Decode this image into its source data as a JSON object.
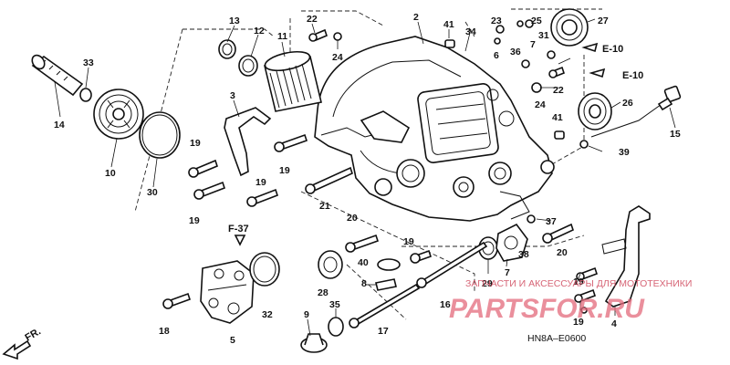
{
  "callouts": [
    {
      "id": "c13",
      "text": "13"
    },
    {
      "id": "c12",
      "text": "12"
    },
    {
      "id": "c11",
      "text": "11"
    },
    {
      "id": "c22a",
      "text": "22"
    },
    {
      "id": "c24a",
      "text": "24"
    },
    {
      "id": "c2",
      "text": "2"
    },
    {
      "id": "c41a",
      "text": "41"
    },
    {
      "id": "c34",
      "text": "34"
    },
    {
      "id": "c23",
      "text": "23"
    },
    {
      "id": "c25",
      "text": "25"
    },
    {
      "id": "c27",
      "text": "27"
    },
    {
      "id": "c6",
      "text": "6"
    },
    {
      "id": "c36",
      "text": "36"
    },
    {
      "id": "c31",
      "text": "31"
    },
    {
      "id": "c7a",
      "text": "7"
    },
    {
      "id": "c33",
      "text": "33"
    },
    {
      "id": "c14",
      "text": "14"
    },
    {
      "id": "c10",
      "text": "10"
    },
    {
      "id": "c30",
      "text": "30"
    },
    {
      "id": "c3",
      "text": "3"
    },
    {
      "id": "c19a",
      "text": "19"
    },
    {
      "id": "c19b",
      "text": "19"
    },
    {
      "id": "c19c",
      "text": "19"
    },
    {
      "id": "c19d",
      "text": "19"
    },
    {
      "id": "c21",
      "text": "21"
    },
    {
      "id": "c22b",
      "text": "22"
    },
    {
      "id": "c24b",
      "text": "24"
    },
    {
      "id": "c26",
      "text": "26"
    },
    {
      "id": "c41b",
      "text": "41"
    },
    {
      "id": "c15",
      "text": "15"
    },
    {
      "id": "c39",
      "text": "39"
    },
    {
      "id": "c20a",
      "text": "20"
    },
    {
      "id": "c20b",
      "text": "20"
    },
    {
      "id": "c37",
      "text": "37"
    },
    {
      "id": "c38",
      "text": "38"
    },
    {
      "id": "c19e",
      "text": "19"
    },
    {
      "id": "c40",
      "text": "40"
    },
    {
      "id": "c8",
      "text": "8"
    },
    {
      "id": "c29",
      "text": "29"
    },
    {
      "id": "c7b",
      "text": "7"
    },
    {
      "id": "c16",
      "text": "16"
    },
    {
      "id": "c28",
      "text": "28"
    },
    {
      "id": "c32",
      "text": "32"
    },
    {
      "id": "c18",
      "text": "18"
    },
    {
      "id": "c5",
      "text": "5"
    },
    {
      "id": "c9",
      "text": "9"
    },
    {
      "id": "c35",
      "text": "35"
    },
    {
      "id": "c17",
      "text": "17"
    },
    {
      "id": "c19f",
      "text": "19"
    },
    {
      "id": "c19g",
      "text": "19"
    },
    {
      "id": "c4",
      "text": "4"
    }
  ],
  "references": {
    "e10_top": "E-10",
    "e10_mid": "E-10",
    "f37": "F-37",
    "front_arrow": "FR."
  },
  "diagram_code": "HN8A–E0600",
  "watermark": {
    "subtitle": "ЗАПЧАСТИ И АКСЕССУАРЫ ДЛЯ МОТОТЕХНИКИ",
    "brand": "PARTSFOR.RU"
  }
}
